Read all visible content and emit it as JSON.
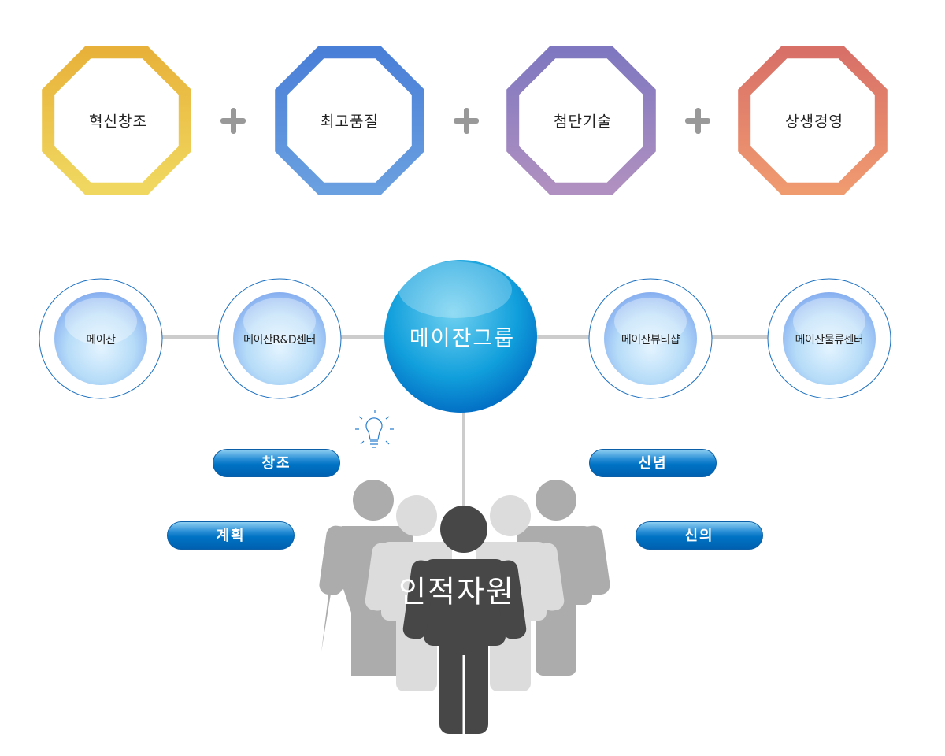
{
  "values": [
    {
      "label": "혁신창조",
      "color_a": "#e8b23a",
      "color_b": "#f0d860"
    },
    {
      "label": "최고품질",
      "color_a": "#4a7fd8",
      "color_b": "#6aa0e0"
    },
    {
      "label": "첨단기술",
      "color_a": "#7f78c0",
      "color_b": "#b090c0"
    },
    {
      "label": "상생경영",
      "color_a": "#d87068",
      "color_b": "#f09a70"
    }
  ],
  "plus_sign": "+",
  "hub": {
    "label": "메이잔그룹"
  },
  "affiliates": [
    {
      "label": "메이잔"
    },
    {
      "label": "메이잔R&D센터"
    },
    {
      "label": "메이잔뷰티샵"
    },
    {
      "label": "메이잔물류센터"
    }
  ],
  "principles": {
    "left": [
      {
        "label": "창조"
      },
      {
        "label": "계획"
      }
    ],
    "right": [
      {
        "label": "신념"
      },
      {
        "label": "신의"
      }
    ]
  },
  "human_resources": {
    "label": "인적자원",
    "icon": "lightbulb-icon"
  }
}
